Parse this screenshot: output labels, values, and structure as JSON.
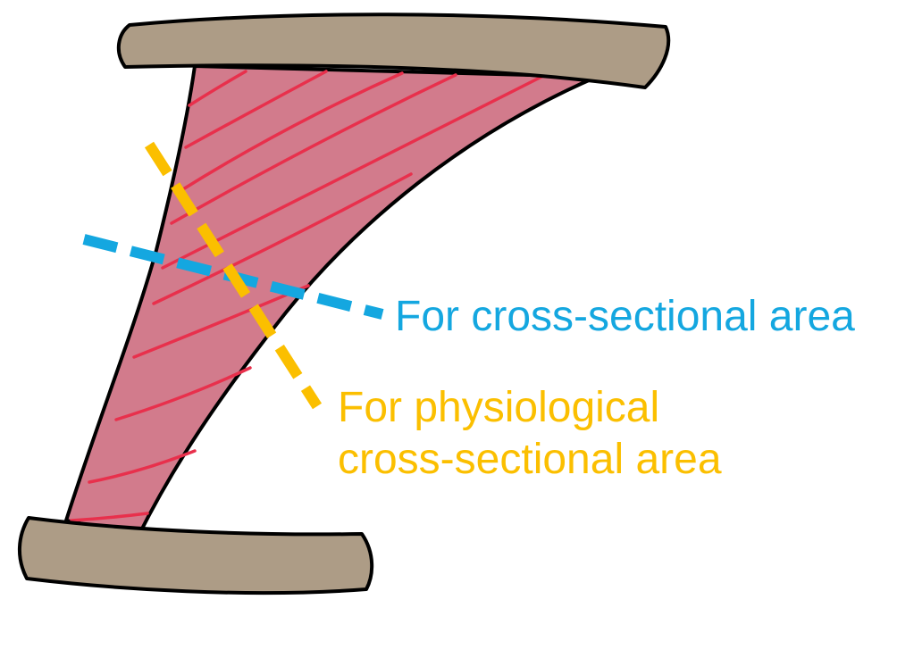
{
  "colors": {
    "bone": "#ad9c86",
    "muscle": "#d27b8c",
    "fiber": "#e8304c",
    "outline": "#000000",
    "csa_line": "#14a7e0",
    "pcsa_line": "#fbbf00"
  },
  "labels": {
    "csa": "For cross-sectional area",
    "pcsa_line1": "For physiological",
    "pcsa_line2": "cross-sectional area"
  }
}
